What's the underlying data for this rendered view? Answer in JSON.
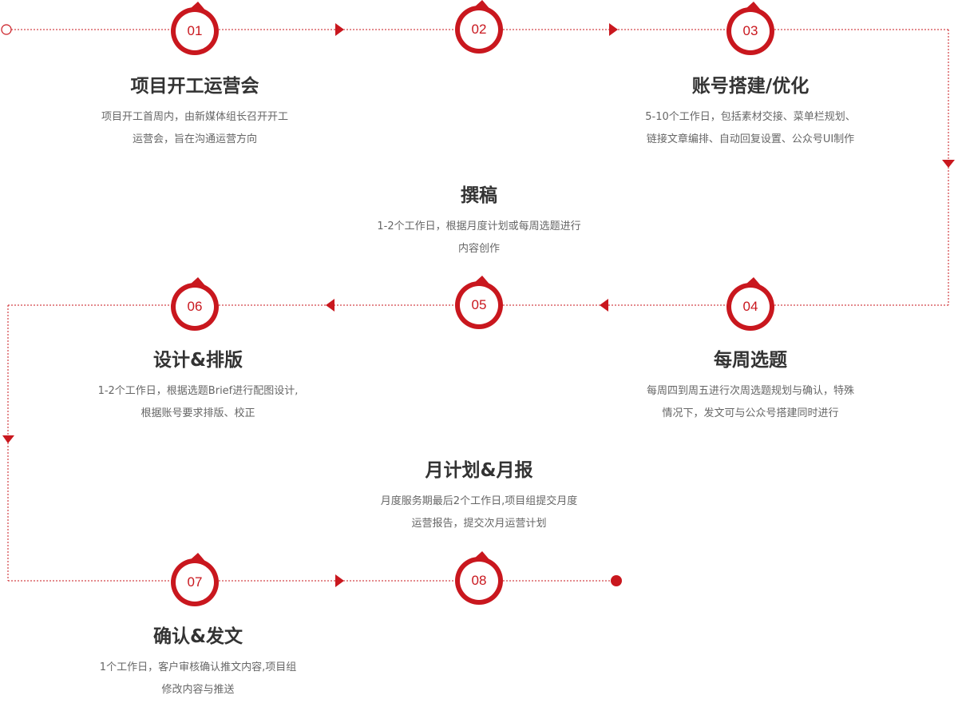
{
  "colors": {
    "accent": "#c9171e",
    "title": "#333333",
    "text": "#666666",
    "line": "#c9171e"
  },
  "steps": [
    {
      "num": "01",
      "title": "项目开工运营会",
      "desc": [
        "项目开工首周内，由新媒体组长召开开工",
        "运营会，旨在沟通运营方向"
      ]
    },
    {
      "num": "02",
      "title": "撰稿",
      "desc": [
        "1-2个工作日，根据月度计划或每周选题进行",
        "内容创作"
      ]
    },
    {
      "num": "03",
      "title": "账号搭建/优化",
      "desc": [
        "5-10个工作日，包括素材交接、菜单栏规划、",
        "链接文章编排、自动回复设置、公众号UI制作"
      ]
    },
    {
      "num": "04",
      "title": "每周选题",
      "desc": [
        "每周四到周五进行次周选题规划与确认，特殊",
        "情况下，发文可与公众号搭建同时进行"
      ]
    },
    {
      "num": "05",
      "title": "月计划&月报",
      "desc": [
        "月度服务期最后2个工作日,项目组提交月度",
        "运营报告，提交次月运营计划"
      ]
    },
    {
      "num": "06",
      "title": "设计&排版",
      "desc": [
        "1-2个工作日，根据选题Brief进行配图设计,",
        "根据账号要求排版、校正"
      ]
    },
    {
      "num": "07",
      "title": "确认&发文",
      "desc": [
        "1个工作日，客户审核确认推文内容,项目组",
        "修改内容与推送"
      ]
    },
    {
      "num": "08",
      "title": "",
      "desc": []
    }
  ]
}
